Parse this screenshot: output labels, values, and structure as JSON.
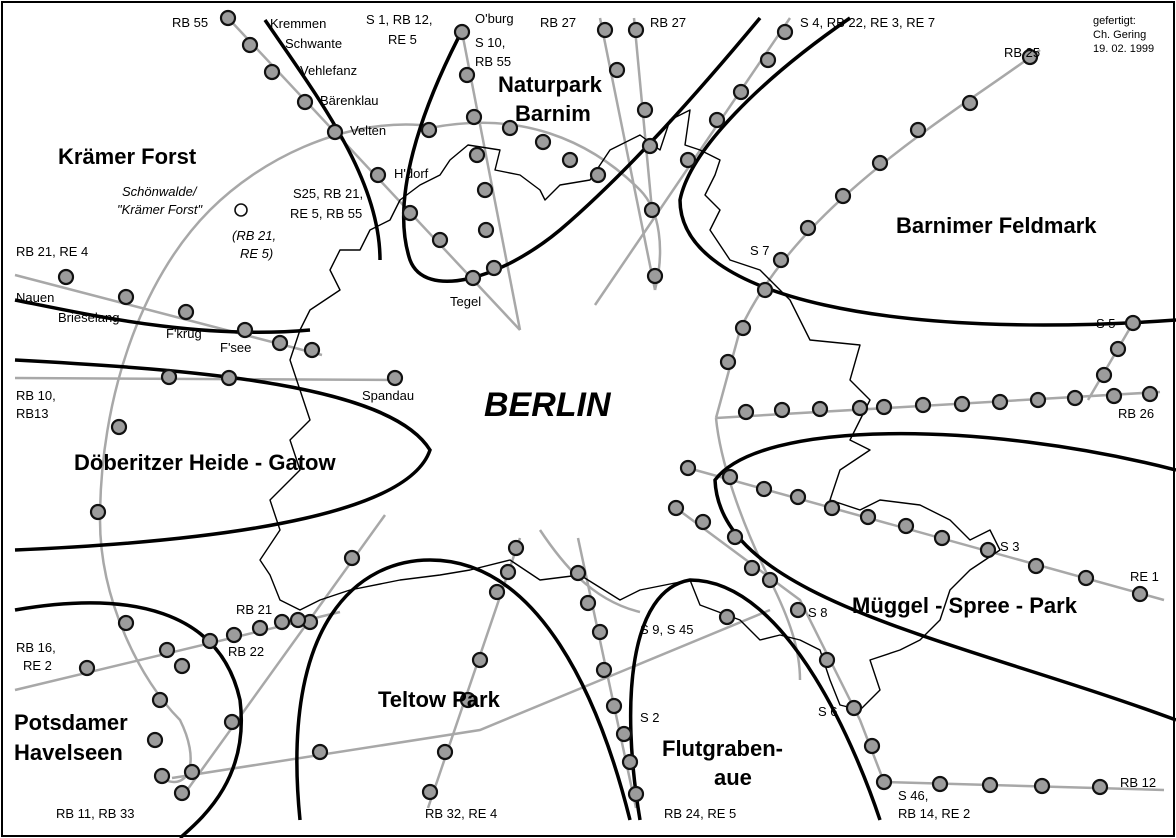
{
  "city": "BERLIN",
  "credit": [
    "gefertigt:",
    "Ch. Gering",
    "19. 02. 1999"
  ],
  "areas": {
    "kraemer_forst": "Krämer Forst",
    "naturpark_barnim": [
      "Naturpark",
      "Barnim"
    ],
    "barnimer_feldmark": "Barnimer Feldmark",
    "doeberitzer_heide": "Döberitzer Heide - Gatow",
    "mueggel_spree": "Müggel - Spree - Park",
    "teltow_park": "Teltow Park",
    "flutgrabenaue": [
      "Flutgraben-",
      "aue"
    ],
    "potsdamer_havelseen": [
      "Potsdamer",
      "Havelseen"
    ]
  },
  "stations": {
    "kremmen": "Kremmen",
    "schwante": "Schwante",
    "vehlefanz": "Vehlefanz",
    "baerenklau": "Bärenklau",
    "velten": "Velten",
    "hdorf": "H'dorf",
    "oburg": "O'burg",
    "tegel": "Tegel",
    "schoenwalde": [
      "Schönwalde/",
      "\"Krämer Forst\""
    ],
    "schoenwalde_lines": [
      "(RB 21,",
      "RE 5)"
    ],
    "nauen": "Nauen",
    "brieselang": "Brieselang",
    "fkrug": "F'krug",
    "fsee": "F'see",
    "spandau": "Spandau"
  },
  "lines": {
    "rb55_top": "RB 55",
    "s1_group": [
      "S 1, RB 12,",
      "RE 5"
    ],
    "s10_group": [
      "S 10,",
      "RB 55"
    ],
    "rb27_left": "RB 27",
    "rb27_right": "RB 27",
    "s4_group": "S 4, RB 22, RE 3, RE 7",
    "rb25": "RB 25",
    "s25_group": [
      "S25, RB 21,",
      "RE 5, RB 55"
    ],
    "rb21_re4": "RB 21, RE 4",
    "rb10_rb13": [
      "RB 10,",
      "RB13"
    ],
    "s7": "S 7",
    "s5": "S 5",
    "rb26": "RB 26",
    "s3": "S 3",
    "re1": "RE 1",
    "s8": "S 8",
    "s6": "S 6",
    "s9_s45": "S 9, S 45",
    "s2": "S 2",
    "rb12": "RB 12",
    "s46_group": [
      "S 46,",
      "RB 14, RE 2"
    ],
    "rb24_re5": "RB 24, RE 5",
    "rb32_re4": "RB 32, RE 4",
    "rb11_rb33": "RB 11, RB 33",
    "rb16_re2": [
      "RB 16,",
      "RE 2"
    ],
    "rb21_sw": "RB 21",
    "rb22_sw": "RB 22"
  }
}
